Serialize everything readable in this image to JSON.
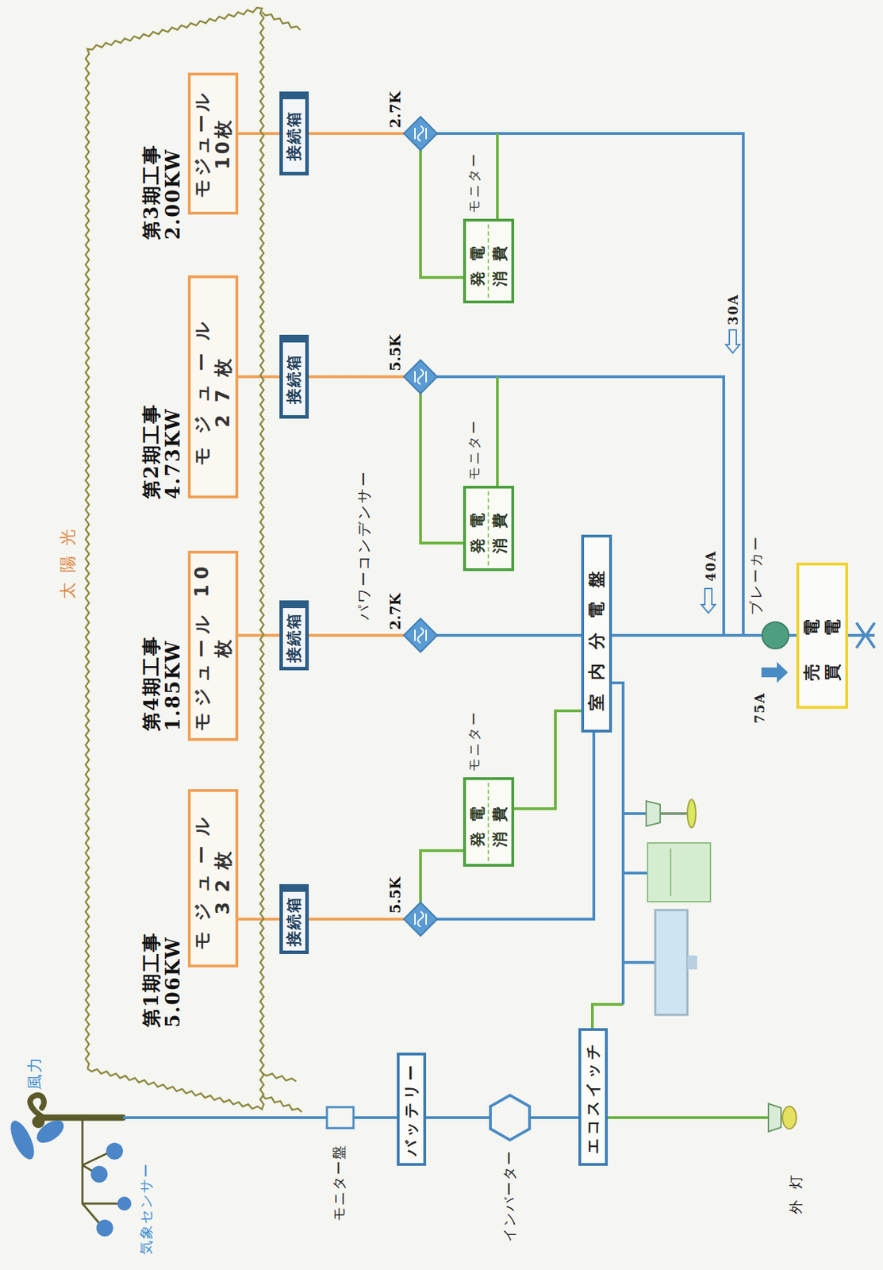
{
  "diagram": {
    "nodes": [
      {
        "text": [
          "太陽光"
        ]
      },
      {
        "text": [
          "第1期工事 5.06KW",
          "モジュール 32枚"
        ],
        "in": 0
      },
      {
        "text": [
          "第4期工事 1.85KW",
          "モジュール 10枚"
        ],
        "in": 0
      },
      {
        "text": [
          "第2期工事 4.73KW",
          "モジュール 27枚"
        ],
        "in": 0
      },
      {
        "text": [
          "第3期工事 2.00KW",
          "モジュール 10枚"
        ],
        "in": 0
      },
      {
        "text": [
          "接続箱"
        ]
      },
      {
        "text": [
          "接続箱"
        ]
      },
      {
        "text": [
          "接続箱"
        ]
      },
      {
        "text": [
          "接続箱"
        ]
      },
      {
        "text": [
          "5.5K"
        ]
      },
      {
        "text": [
          "2.7K"
        ]
      },
      {
        "text": [
          "5.5K"
        ]
      },
      {
        "text": [
          "2.7K"
        ]
      },
      {
        "text": [
          "モニター",
          "発電",
          "消費"
        ]
      },
      {
        "text": [
          "モニター",
          "発電",
          "消費"
        ]
      },
      {
        "text": [
          "モニター",
          "発電",
          "消費"
        ]
      },
      {
        "text": [
          "室内分電盤"
        ]
      },
      {
        "text": [
          "ブレーカー"
        ]
      },
      {
        "text": [
          "売電",
          "買電"
        ]
      },
      {
        "text": [
          "バッテリー"
        ]
      },
      {
        "text": [
          "エコスイッチ"
        ]
      }
    ],
    "edges": [
      {
        "from": 1,
        "to": 5,
        "arrow": "none"
      },
      {
        "from": 2,
        "to": 6,
        "arrow": "none"
      },
      {
        "from": 3,
        "to": 7,
        "arrow": "none"
      },
      {
        "from": 4,
        "to": 8,
        "arrow": "none"
      },
      {
        "from": 5,
        "to": 9,
        "arrow": "none"
      },
      {
        "from": 6,
        "to": 10,
        "arrow": "none"
      },
      {
        "from": 7,
        "to": 11,
        "arrow": "none"
      },
      {
        "from": 8,
        "to": 12,
        "arrow": "none"
      },
      {
        "from": 9,
        "to": 13,
        "arrow": "none"
      },
      {
        "from": 11,
        "to": 14,
        "arrow": "none"
      },
      {
        "from": 12,
        "to": 15,
        "arrow": "none"
      },
      {
        "from": 13,
        "to": 16,
        "arrow": "none"
      },
      {
        "from": 9,
        "to": 16,
        "arrow": "none"
      },
      {
        "from": 10,
        "to": 16,
        "arrow": "none"
      },
      {
        "from": 16,
        "to": 17,
        "arrow": "none"
      },
      {
        "from": 11,
        "to": 17,
        "arrow": "none"
      },
      {
        "from": 12,
        "to": 17,
        "arrow": "none"
      },
      {
        "from": 17,
        "to": 18,
        "arrow": "none"
      },
      {
        "from": 19,
        "to": 20,
        "arrow": "none"
      }
    ],
    "labels": [
      "風力",
      "気象センサー",
      "モニター盤",
      "インバーター",
      "外灯",
      "パワーコンデンサー",
      "40A",
      "30A",
      "75A"
    ]
  }
}
